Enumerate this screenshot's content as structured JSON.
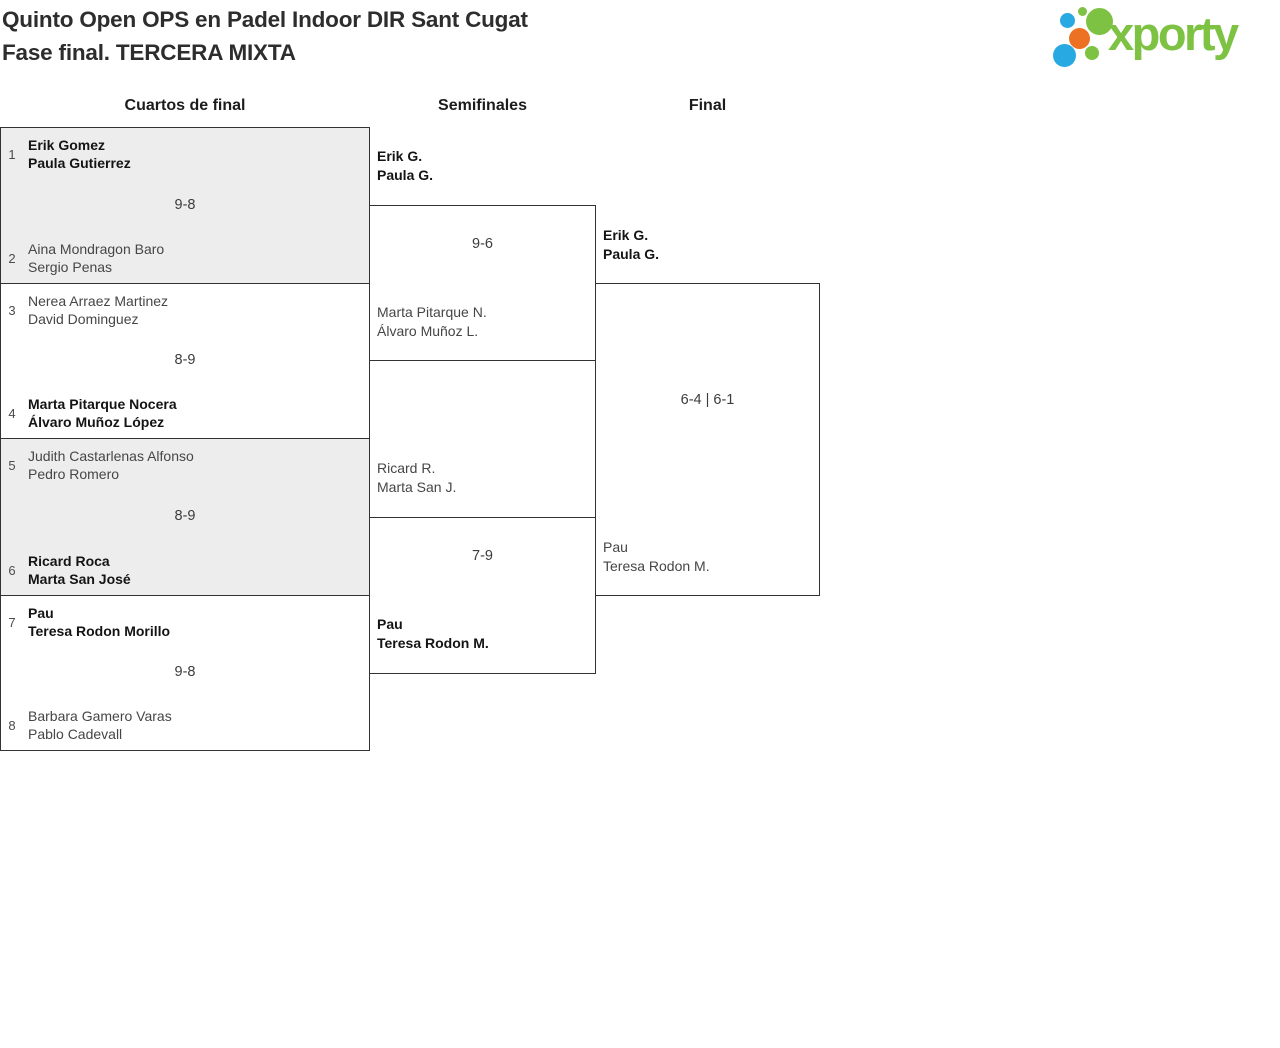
{
  "header": {
    "title_line1": "Quinto Open OPS en Padel Indoor DIR Sant Cugat",
    "title_line2": "Fase final. TERCERA MIXTA",
    "logo_text": "xporty"
  },
  "columns": [
    {
      "label": "Cuartos de final"
    },
    {
      "label": "Semifinales"
    },
    {
      "label": "Final"
    }
  ],
  "colors": {
    "brand_green": "#7dc242",
    "brand_blue": "#29a9e1",
    "brand_orange": "#ec7123",
    "line": "#333333",
    "box_fill": "#ededed",
    "text_dark": "#141414",
    "text_gray": "#464646",
    "title": "#2d2d2d"
  },
  "bracket": {
    "quarterfinals": [
      {
        "seed_top": "1",
        "team_top": [
          "Erik Gomez",
          "Paula Gutierrez"
        ],
        "score": "9-8",
        "seed_bottom": "2",
        "team_bottom": [
          "Aina Mondragon Baro",
          "Sergio Penas"
        ],
        "winner": "top"
      },
      {
        "seed_top": "3",
        "team_top": [
          "Nerea Arraez Martinez",
          "David Dominguez"
        ],
        "score": "8-9",
        "seed_bottom": "4",
        "team_bottom": [
          "Marta Pitarque Nocera",
          "Álvaro Muñoz López"
        ],
        "winner": "bottom"
      },
      {
        "seed_top": "5",
        "team_top": [
          "Judith Castarlenas Alfonso",
          "Pedro Romero"
        ],
        "score": "8-9",
        "seed_bottom": "6",
        "team_bottom": [
          "Ricard Roca",
          "Marta San José"
        ],
        "winner": "bottom"
      },
      {
        "seed_top": "7",
        "team_top": [
          "Pau",
          "Teresa Rodon Morillo"
        ],
        "score": "9-8",
        "seed_bottom": "8",
        "team_bottom": [
          "Barbara Gamero Varas",
          "Pablo Cadevall"
        ],
        "winner": "top"
      }
    ],
    "semifinals": [
      {
        "team_top": [
          "Erik G.",
          "Paula G."
        ],
        "score": "9-6",
        "team_bottom": [
          "Marta Pitarque N.",
          "Álvaro Muñoz L."
        ],
        "winner": "top"
      },
      {
        "team_top": [
          "Ricard R.",
          "Marta San J."
        ],
        "score": "7-9",
        "team_bottom": [
          "Pau",
          "Teresa Rodon M."
        ],
        "winner": "bottom"
      }
    ],
    "final": {
      "team_top": [
        "Erik G.",
        "Paula G."
      ],
      "score": "6-4 | 6-1",
      "team_bottom": [
        "Pau",
        "Teresa Rodon M."
      ],
      "winner": "top"
    }
  }
}
